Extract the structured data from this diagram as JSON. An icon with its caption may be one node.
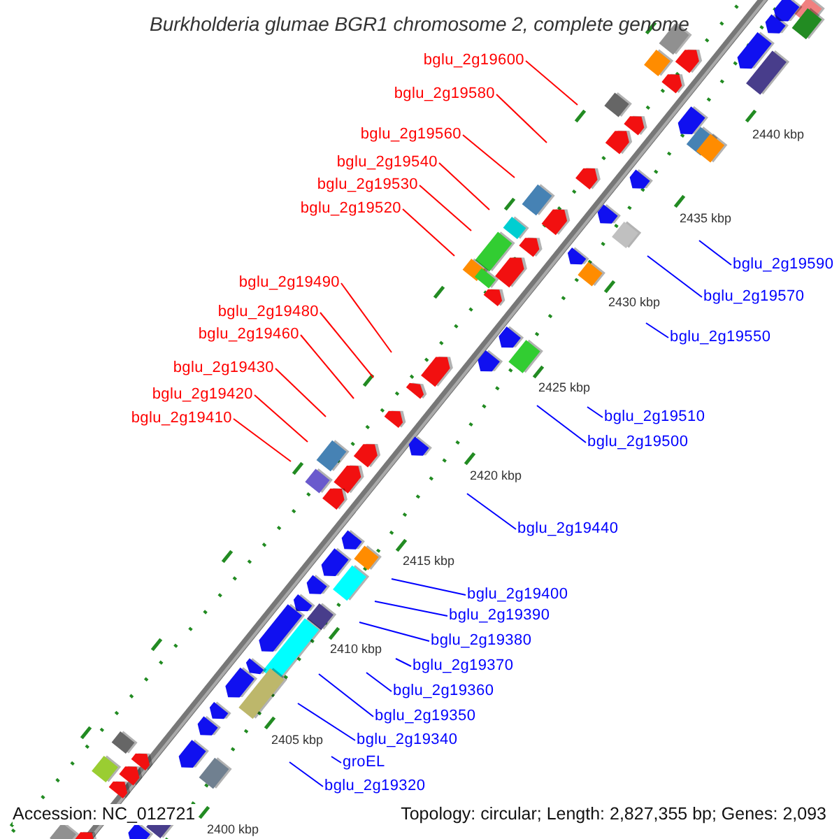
{
  "diagram": {
    "title": "Burkholderia glumae BGR1 chromosome 2, complete genome",
    "nodes": [
      {
        "text": [
          "bglu_2g19600"
        ]
      },
      {
        "text": [
          "bglu_2g19580"
        ]
      },
      {
        "text": [
          "bglu_2g19560"
        ]
      },
      {
        "text": [
          "bglu_2g19540"
        ]
      },
      {
        "text": [
          "bglu_2g19530"
        ]
      },
      {
        "text": [
          "bglu_2g19520"
        ]
      },
      {
        "text": [
          "bglu_2g19490"
        ]
      },
      {
        "text": [
          "bglu_2g19480"
        ]
      },
      {
        "text": [
          "bglu_2g19460"
        ]
      },
      {
        "text": [
          "bglu_2g19430"
        ]
      },
      {
        "text": [
          "bglu_2g19420"
        ]
      },
      {
        "text": [
          "bglu_2g19410"
        ]
      },
      {
        "text": [
          "bglu_2g19590"
        ]
      },
      {
        "text": [
          "bglu_2g19570"
        ]
      },
      {
        "text": [
          "bglu_2g19550"
        ]
      },
      {
        "text": [
          "bglu_2g19510"
        ]
      },
      {
        "text": [
          "bglu_2g19500"
        ]
      },
      {
        "text": [
          "bglu_2g19440"
        ]
      },
      {
        "text": [
          "bglu_2g19400"
        ]
      },
      {
        "text": [
          "bglu_2g19390"
        ]
      },
      {
        "text": [
          "bglu_2g19380"
        ]
      },
      {
        "text": [
          "bglu_2g19370"
        ]
      },
      {
        "text": [
          "bglu_2g19360"
        ]
      },
      {
        "text": [
          "bglu_2g19350"
        ]
      },
      {
        "text": [
          "bglu_2g19340"
        ]
      },
      {
        "text": [
          "groEL"
        ]
      },
      {
        "text": [
          "bglu_2g19320"
        ]
      }
    ],
    "edges": [
      {
        "from": 0,
        "to": null,
        "arrow": "none",
        "color": "#ff0000"
      },
      {
        "from": 1,
        "to": null,
        "arrow": "none",
        "color": "#ff0000"
      },
      {
        "from": 2,
        "to": null,
        "arrow": "none",
        "color": "#ff0000"
      },
      {
        "from": 3,
        "to": null,
        "arrow": "none",
        "color": "#ff0000"
      },
      {
        "from": 4,
        "to": null,
        "arrow": "none",
        "color": "#ff0000"
      },
      {
        "from": 5,
        "to": null,
        "arrow": "none",
        "color": "#ff0000"
      },
      {
        "from": 6,
        "to": null,
        "arrow": "none",
        "color": "#ff0000"
      },
      {
        "from": 7,
        "to": null,
        "arrow": "none",
        "color": "#ff0000"
      },
      {
        "from": 8,
        "to": null,
        "arrow": "none",
        "color": "#ff0000"
      },
      {
        "from": 9,
        "to": null,
        "arrow": "none",
        "color": "#ff0000"
      },
      {
        "from": 10,
        "to": null,
        "arrow": "none",
        "color": "#ff0000"
      },
      {
        "from": 11,
        "to": null,
        "arrow": "none",
        "color": "#ff0000"
      },
      {
        "from": 12,
        "to": null,
        "arrow": "none"
      },
      {
        "from": 13,
        "to": null,
        "arrow": "none"
      },
      {
        "from": 14,
        "to": null,
        "arrow": "none"
      },
      {
        "from": 15,
        "to": null,
        "arrow": "none"
      },
      {
        "from": 16,
        "to": null,
        "arrow": "none"
      },
      {
        "from": 17,
        "to": null,
        "arrow": "none"
      },
      {
        "from": 18,
        "to": null,
        "arrow": "none"
      },
      {
        "from": 19,
        "to": null,
        "arrow": "none"
      },
      {
        "from": 20,
        "to": null,
        "arrow": "none"
      },
      {
        "from": 21,
        "to": null,
        "arrow": "none"
      },
      {
        "from": 22,
        "to": null,
        "arrow": "none"
      },
      {
        "from": 23,
        "to": null,
        "arrow": "none"
      },
      {
        "from": 24,
        "to": null,
        "arrow": "none"
      },
      {
        "from": 25,
        "to": null,
        "arrow": "none"
      },
      {
        "from": 26,
        "to": null,
        "arrow": "none"
      }
    ],
    "labels": [
      "2440 kbp",
      "2435 kbp",
      "2430 kbp",
      "2425 kbp",
      "2420 kbp",
      "2415 kbp",
      "2410 kbp",
      "2405 kbp",
      "2400 kbp",
      "Accession: NC_012721",
      "Topology: circular; Length: 2,827,355 bp; Genes: 2,093"
    ]
  }
}
